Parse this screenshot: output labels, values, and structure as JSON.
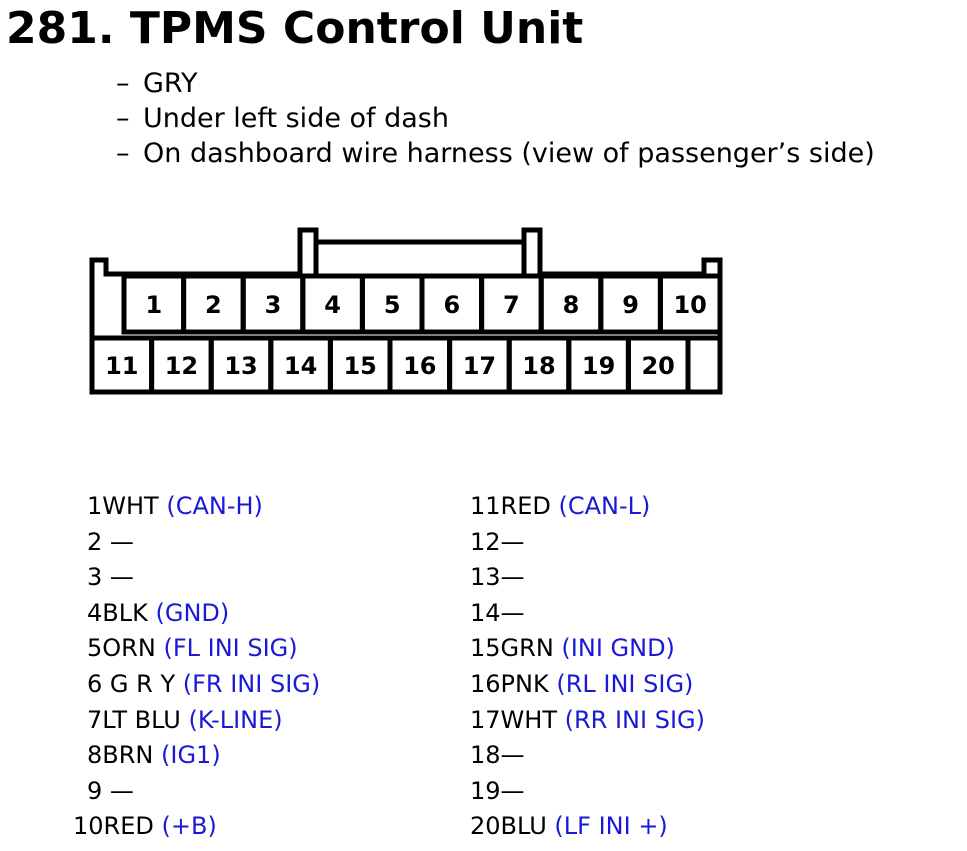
{
  "title": "281. TPMS Control Unit",
  "notes": [
    "GRY",
    "Under left side of dash",
    "On dashboard wire harness (view of passenger’s side)"
  ],
  "bullet_marker": "–",
  "connector": {
    "top_row": [
      "1",
      "2",
      "3",
      "4",
      "5",
      "6",
      "7",
      "8",
      "9",
      "10"
    ],
    "bottom_row": [
      "11",
      "12",
      "13",
      "14",
      "15",
      "16",
      "17",
      "18",
      "19",
      "20"
    ]
  },
  "pins_left": [
    {
      "num": "1",
      "wire": "WHT",
      "signal": "(CAN-H)"
    },
    {
      "num": "2",
      "wire": " —",
      "signal": ""
    },
    {
      "num": "3",
      "wire": " —",
      "signal": ""
    },
    {
      "num": "4",
      "wire": "BLK",
      "signal": "(GND)"
    },
    {
      "num": "5",
      "wire": "ORN",
      "signal": "(FL INI SIG)"
    },
    {
      "num": "6",
      "wire": " G R Y",
      "signal": "(FR INI SIG)"
    },
    {
      "num": "7",
      "wire": "LT BLU",
      "signal": "(K-LINE)"
    },
    {
      "num": "8",
      "wire": "BRN",
      "signal": "(IG1)"
    },
    {
      "num": "9",
      "wire": " —",
      "signal": ""
    },
    {
      "num": "10",
      "wire": "RED",
      "signal": "(+B)"
    }
  ],
  "pins_right": [
    {
      "num": "11",
      "wire": "RED",
      "signal": "(CAN-L)"
    },
    {
      "num": "12",
      "wire": "—",
      "signal": ""
    },
    {
      "num": "13",
      "wire": "—",
      "signal": ""
    },
    {
      "num": "14",
      "wire": "—",
      "signal": ""
    },
    {
      "num": "15",
      "wire": "GRN",
      "signal": "(INI GND)"
    },
    {
      "num": "16",
      "wire": "PNK",
      "signal": "(RL INI SIG)"
    },
    {
      "num": "17",
      "wire": "WHT",
      "signal": "(RR INI SIG)"
    },
    {
      "num": "18",
      "wire": "—",
      "signal": ""
    },
    {
      "num": "19",
      "wire": "—",
      "signal": ""
    },
    {
      "num": "20",
      "wire": "BLU",
      "signal": "(LF INI +)"
    }
  ],
  "colors": {
    "signal_text": "#1a1ad6",
    "line": "#000000"
  }
}
